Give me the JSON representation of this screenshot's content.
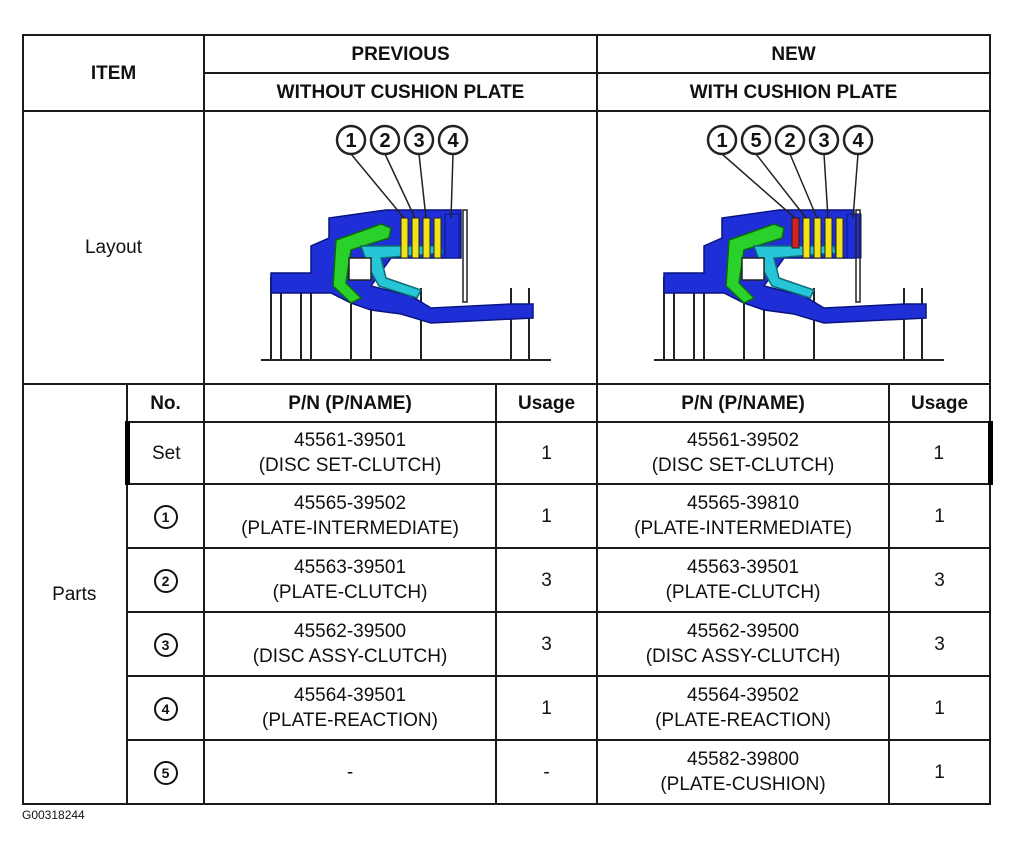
{
  "header": {
    "item": "ITEM",
    "previous": "PREVIOUS",
    "previous_sub": "WITHOUT CUSHION PLATE",
    "new": "NEW",
    "new_sub": "WITH CUSHION PLATE"
  },
  "layout": {
    "label": "Layout",
    "previous_callouts": [
      "1",
      "2",
      "3",
      "4"
    ],
    "new_callouts": [
      "1",
      "5",
      "2",
      "3",
      "4"
    ],
    "colors": {
      "housing": "#1f2fd8",
      "piston": "#2ad12a",
      "hub": "#27c6d6",
      "discs": "#f2e21a",
      "cushion": "#d62020",
      "line": "#222222"
    }
  },
  "parts": {
    "label": "Parts",
    "columns": {
      "no": "No.",
      "pn": "P/N (P/NAME)",
      "usage": "Usage"
    },
    "rows": [
      {
        "no": "Set",
        "prev_pn": "45561-39501",
        "prev_name": "(DISC SET-CLUTCH)",
        "prev_usage": "1",
        "new_pn": "45561-39502",
        "new_name": "(DISC SET-CLUTCH)",
        "new_usage": "1"
      },
      {
        "no": "1",
        "prev_pn": "45565-39502",
        "prev_name": "(PLATE-INTERMEDIATE)",
        "prev_usage": "1",
        "new_pn": "45565-39810",
        "new_name": "(PLATE-INTERMEDIATE)",
        "new_usage": "1"
      },
      {
        "no": "2",
        "prev_pn": "45563-39501",
        "prev_name": "(PLATE-CLUTCH)",
        "prev_usage": "3",
        "new_pn": "45563-39501",
        "new_name": "(PLATE-CLUTCH)",
        "new_usage": "3"
      },
      {
        "no": "3",
        "prev_pn": "45562-39500",
        "prev_name": "(DISC ASSY-CLUTCH)",
        "prev_usage": "3",
        "new_pn": "45562-39500",
        "new_name": "(DISC ASSY-CLUTCH)",
        "new_usage": "3"
      },
      {
        "no": "4",
        "prev_pn": "45564-39501",
        "prev_name": "(PLATE-REACTION)",
        "prev_usage": "1",
        "new_pn": "45564-39502",
        "new_name": "(PLATE-REACTION)",
        "new_usage": "1"
      },
      {
        "no": "5",
        "prev_pn": "-",
        "prev_name": "",
        "prev_usage": "-",
        "new_pn": "45582-39800",
        "new_name": "(PLATE-CUSHION)",
        "new_usage": "1"
      }
    ]
  },
  "caption": "G00318244"
}
